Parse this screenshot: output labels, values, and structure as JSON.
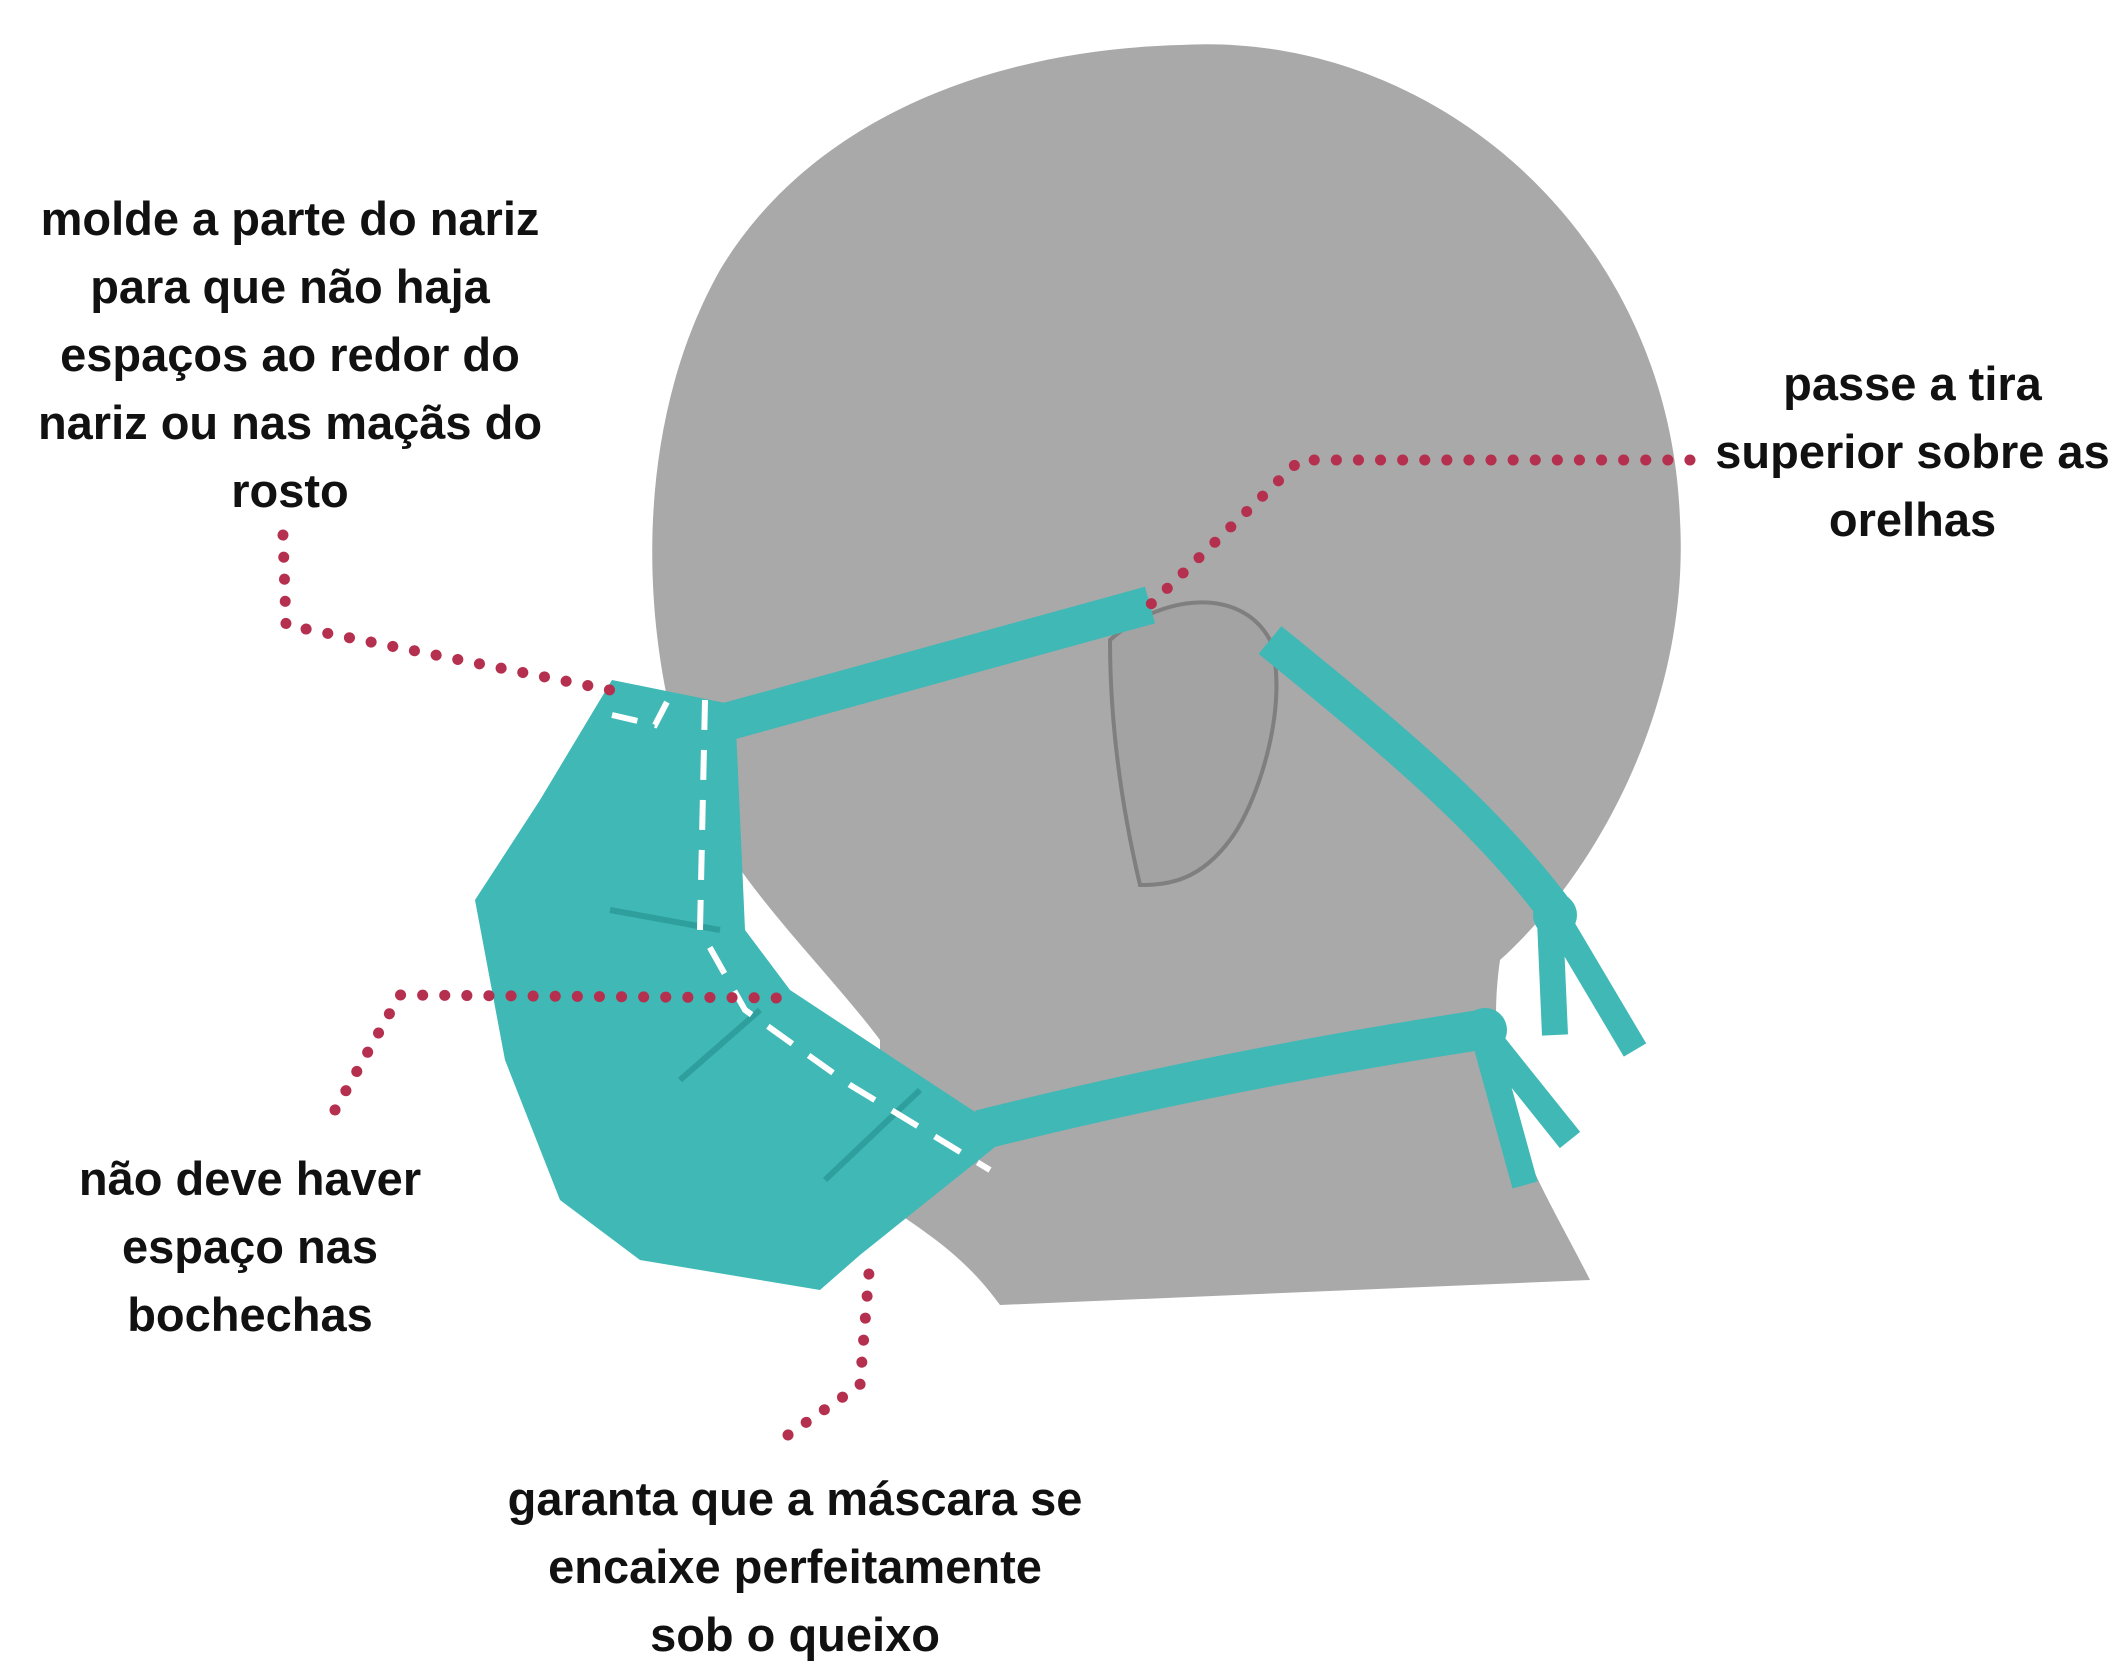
{
  "callouts": {
    "nose": {
      "lines": [
        "molde a parte do nariz",
        "para que não haja",
        "espaços ao redor do",
        "nariz ou nas maçãs do",
        "rosto"
      ]
    },
    "straps": {
      "lines": [
        "passe a tira",
        "superior sobre as",
        "orelhas"
      ]
    },
    "cheeks": {
      "lines": [
        "não deve haver",
        "espaço nas",
        "bochechas"
      ]
    },
    "chin": {
      "lines": [
        "garanta que a máscara se",
        "encaixe perfeitamente",
        "sob o queixo"
      ]
    }
  },
  "colors": {
    "head": "#a9a9a9",
    "mask": "#3fb8b6",
    "mask_shadow": "#2e9f9d",
    "stitch": "#ffffff",
    "leader_dots": "#b5304f",
    "text": "#111111"
  },
  "icons": {
    "head": "head-profile-icon",
    "mask": "face-mask-icon"
  }
}
